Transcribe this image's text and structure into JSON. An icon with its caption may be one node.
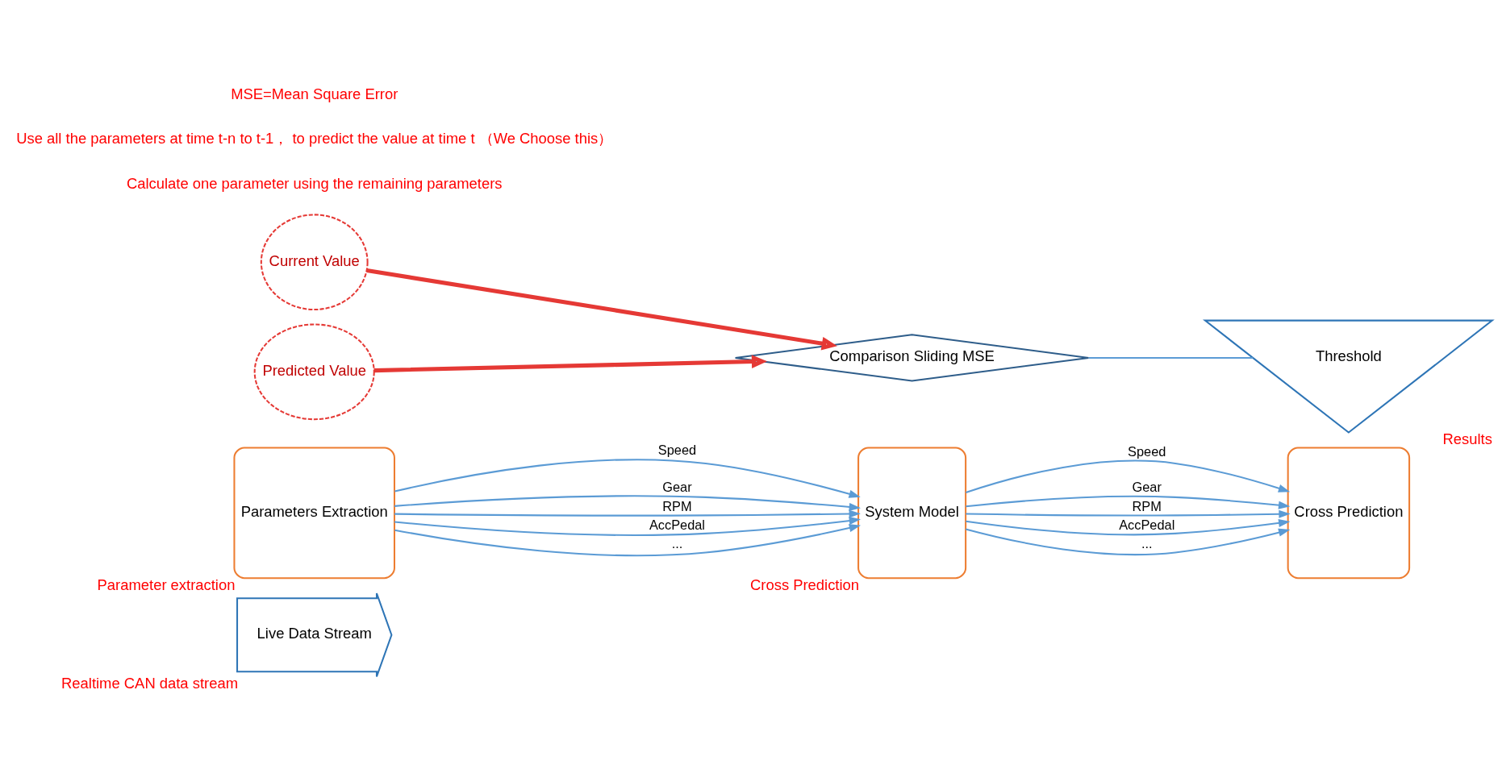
{
  "diagram": {
    "nodes": [
      {
        "text": [
          "Live Data Stream"
        ],
        "beside": [
          "Realtime CAN data stream"
        ]
      },
      {
        "text": [
          "Parameters Extraction"
        ],
        "beside": [
          "Parameter extraction"
        ]
      },
      {
        "text": [
          "Current Value"
        ]
      },
      {
        "text": [
          "System Model"
        ],
        "beside": [
          "Cross Prediction"
        ]
      },
      {
        "text": [
          "Predicted Value"
        ]
      },
      {
        "text": [
          "Cross Prediction"
        ]
      },
      {
        "text": [
          "Comparison Sliding MSE"
        ]
      },
      {
        "text": [
          "Threshold"
        ],
        "beside": [
          "Results"
        ]
      }
    ],
    "edges": [
      {
        "from": 1,
        "to": 3,
        "arrow": "to",
        "label": "Speed"
      },
      {
        "from": 1,
        "to": 3,
        "arrow": "to",
        "label": "Gear"
      },
      {
        "from": 1,
        "to": 3,
        "arrow": "to",
        "label": "RPM"
      },
      {
        "from": 1,
        "to": 3,
        "arrow": "to",
        "label": "AccPedal"
      },
      {
        "from": 1,
        "to": 3,
        "arrow": "to",
        "label": "..."
      },
      {
        "from": 3,
        "to": 5,
        "arrow": "to",
        "label": "Speed"
      },
      {
        "from": 3,
        "to": 5,
        "arrow": "to",
        "label": "Gear"
      },
      {
        "from": 3,
        "to": 5,
        "arrow": "to",
        "label": "RPM"
      },
      {
        "from": 3,
        "to": 5,
        "arrow": "to",
        "label": "AccPedal"
      },
      {
        "from": 3,
        "to": 5,
        "arrow": "to",
        "label": "..."
      },
      {
        "from": 2,
        "to": 6,
        "arrow": "to",
        "style": "thick",
        "color": "#e53935"
      },
      {
        "from": 4,
        "to": 6,
        "arrow": "to",
        "style": "thick",
        "color": "#e53935"
      },
      {
        "from": 6,
        "to": 7,
        "arrow": "none"
      }
    ],
    "labels": [
      "Calculate one parameter using the remaining parameters",
      "Use all the parameters at time t-n to t-1， to predict the value at time t （We Choose this）",
      "MSE=Mean Square Error"
    ]
  }
}
